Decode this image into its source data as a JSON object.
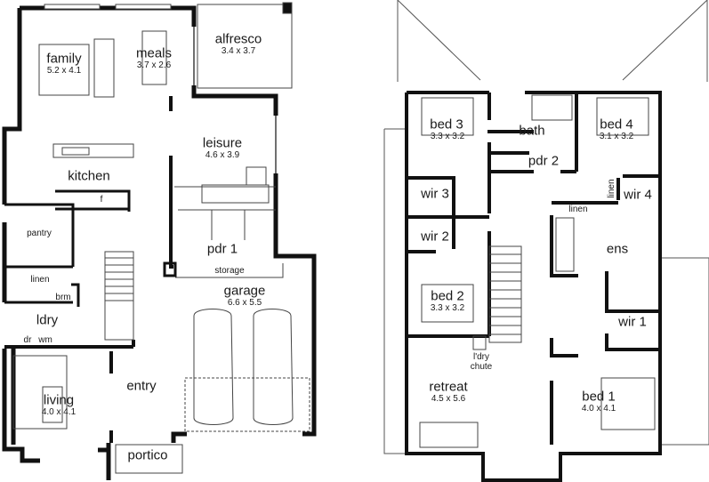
{
  "ground_floor": {
    "rooms": [
      {
        "name": "family",
        "size": "5.2 x 4.1"
      },
      {
        "name": "meals",
        "size": "3.7 x 2.6"
      },
      {
        "name": "alfresco",
        "size": "3.4 x 3.7"
      },
      {
        "name": "leisure",
        "size": "4.6 x 3.9"
      },
      {
        "name": "kitchen"
      },
      {
        "name": "pantry"
      },
      {
        "name": "pdr 1"
      },
      {
        "name": "storage"
      },
      {
        "name": "garage",
        "size": "6.6 x 5.5"
      },
      {
        "name": "linen"
      },
      {
        "name": "brm"
      },
      {
        "name": "ldry"
      },
      {
        "name": "dr"
      },
      {
        "name": "wm"
      },
      {
        "name": "living",
        "size": "4.0 x 4.1"
      },
      {
        "name": "entry"
      },
      {
        "name": "portico"
      }
    ],
    "fridge_mark": "f"
  },
  "upper_floor": {
    "rooms": [
      {
        "name": "bed 3",
        "size": "3.3 x 3.2"
      },
      {
        "name": "bath"
      },
      {
        "name": "bed 4",
        "size": "3.1 x 3.2"
      },
      {
        "name": "pdr 2"
      },
      {
        "name": "wir 3"
      },
      {
        "name": "linen"
      },
      {
        "name": "wir 4"
      },
      {
        "name": "linen"
      },
      {
        "name": "wir 2"
      },
      {
        "name": "ens"
      },
      {
        "name": "bed 2",
        "size": "3.3 x 3.2"
      },
      {
        "name": "wir 1"
      },
      {
        "name": "l'dry"
      },
      {
        "name": "chute"
      },
      {
        "name": "retreat",
        "size": "4.5 x 5.6"
      },
      {
        "name": "bed 1",
        "size": "4.0 x 4.1"
      }
    ]
  }
}
